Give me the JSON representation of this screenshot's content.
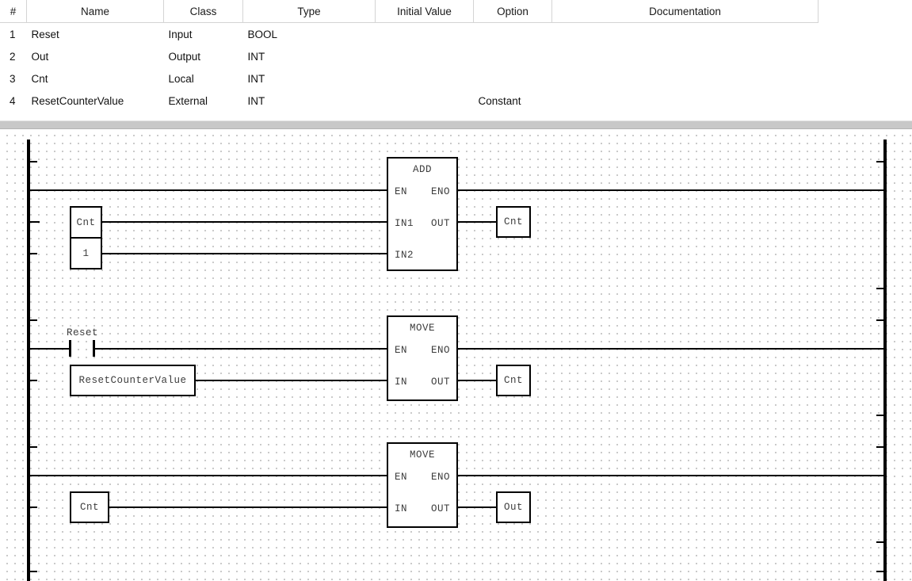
{
  "variable_table": {
    "columns": [
      "#",
      "Name",
      "Class",
      "Type",
      "Initial Value",
      "Option",
      "Documentation"
    ],
    "rows": [
      {
        "num": "1",
        "name": "Reset",
        "class": "Input",
        "type": "BOOL",
        "initial_value": "",
        "option": "",
        "documentation": ""
      },
      {
        "num": "2",
        "name": "Out",
        "class": "Output",
        "type": "INT",
        "initial_value": "",
        "option": "",
        "documentation": ""
      },
      {
        "num": "3",
        "name": "Cnt",
        "class": "Local",
        "type": "INT",
        "initial_value": "",
        "option": "",
        "documentation": ""
      },
      {
        "num": "4",
        "name": "ResetCounterValue",
        "class": "External",
        "type": "INT",
        "initial_value": "",
        "option": "Constant",
        "documentation": ""
      }
    ]
  },
  "ladder": {
    "rung1": {
      "block": {
        "title": "ADD",
        "pin_en": "EN",
        "pin_eno": "ENO",
        "pin_in1": "IN1",
        "pin_out": "OUT",
        "pin_in2": "IN2"
      },
      "input_var_1": "Cnt",
      "input_var_2": "1",
      "output_var": "Cnt"
    },
    "rung2": {
      "contact": "Reset",
      "block": {
        "title": "MOVE",
        "pin_en": "EN",
        "pin_eno": "ENO",
        "pin_in": "IN",
        "pin_out": "OUT"
      },
      "input_var": "ResetCounterValue",
      "output_var": "Cnt"
    },
    "rung3": {
      "block": {
        "title": "MOVE",
        "pin_en": "EN",
        "pin_eno": "ENO",
        "pin_in": "IN",
        "pin_out": "OUT"
      },
      "input_var": "Cnt",
      "output_var": "Out"
    }
  }
}
